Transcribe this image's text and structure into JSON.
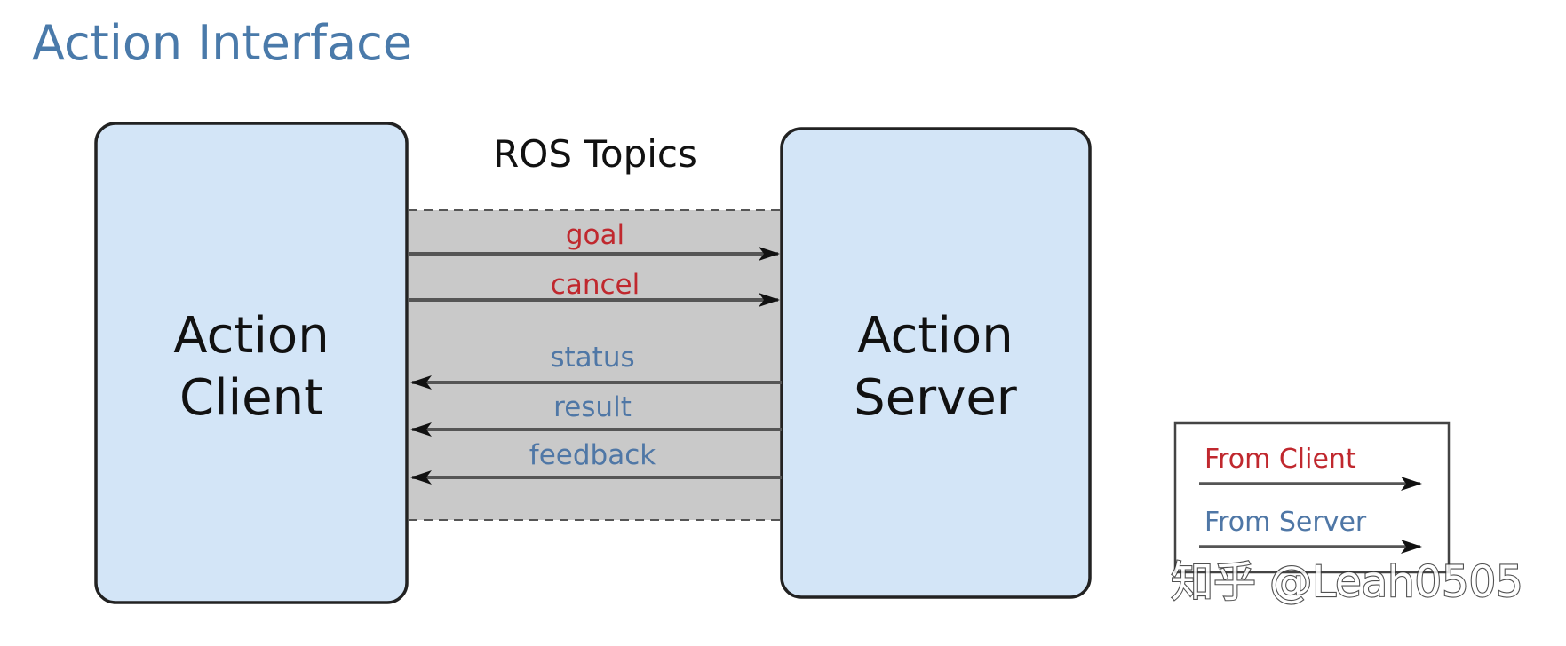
{
  "title": "Action Interface",
  "diagram": {
    "topics_label": "ROS Topics",
    "client": {
      "line1": "Action",
      "line2": "Client"
    },
    "server": {
      "line1": "Action",
      "line2": "Server"
    },
    "topics": [
      {
        "label": "goal",
        "direction": "client-to-server"
      },
      {
        "label": "cancel",
        "direction": "client-to-server"
      },
      {
        "label": "status",
        "direction": "server-to-client"
      },
      {
        "label": "result",
        "direction": "server-to-client"
      },
      {
        "label": "feedback",
        "direction": "server-to-client"
      }
    ],
    "legend": {
      "from_client": "From Client",
      "from_server": "From Server"
    }
  },
  "watermark": "知乎 @Leah0505",
  "colors": {
    "title": "#4a7aaa",
    "node_fill": "#d3e5f7",
    "topic_band": "#c9c9c9",
    "client_label": "#c0282e",
    "server_label": "#4f77a6",
    "stroke": "#222222"
  }
}
